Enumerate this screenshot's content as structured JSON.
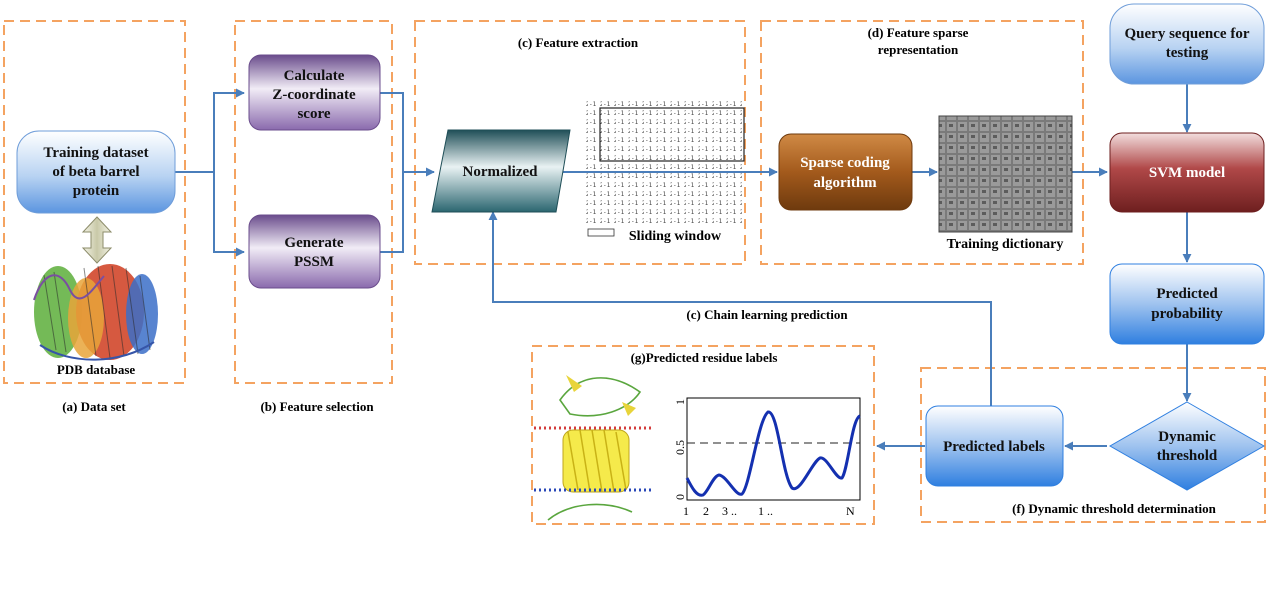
{
  "sections": {
    "a": "(a) Data set",
    "b": "(b) Feature selection",
    "c_extraction": "(c) Feature extraction",
    "d_line1": "(d) Feature sparse",
    "d_line2": "representation",
    "f": "(f) Dynamic threshold determination",
    "g": "(g)Predicted residue labels",
    "chain": "(c) Chain learning prediction"
  },
  "nodes": {
    "training_line1": "Training dataset",
    "training_line2": "of  beta barrel",
    "training_line3": "protein",
    "pdb": "PDB database",
    "zcoord_line1": "Calculate",
    "zcoord_line2": "Z-coordinate",
    "zcoord_line3": "score",
    "pssm_line1": "Generate",
    "pssm_line2": "PSSM",
    "normalized": "Normalized",
    "sliding_window": "Sliding window",
    "sparse_line1": "Sparse coding",
    "sparse_line2": "algorithm",
    "dictionary": "Training dictionary",
    "query_line1": "Query sequence for",
    "query_line2": "testing",
    "svm": "SVM model",
    "prob_line1": "Predicted",
    "prob_line2": "probability",
    "threshold_line1": "Dynamic",
    "threshold_line2": "threshold",
    "predicted_labels": "Predicted labels"
  },
  "plot": {
    "y_ticks": [
      "0",
      "0.5",
      "1"
    ],
    "x_ticks": [
      "1",
      "2",
      "3 ..",
      "1 ..",
      "N"
    ]
  },
  "colors": {
    "dashed_border": "#f4a361",
    "arrow": "#4a7ebb",
    "blue_box": "#4a90e2",
    "purple_box": "#8e6fae",
    "teal_box": "#2b5f67",
    "brown_box": "#b06a2a",
    "maroon_box": "#8e2b2b"
  }
}
